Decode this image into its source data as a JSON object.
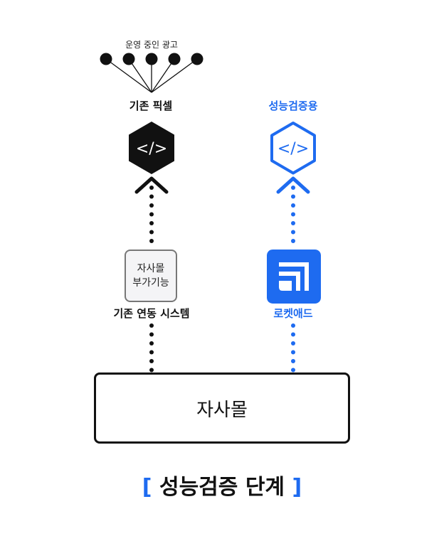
{
  "colors": {
    "accent": "#1E6BF0",
    "dark": "#111111",
    "addon_bg": "#F4F4F6",
    "addon_border": "#777777"
  },
  "left_column": {
    "ad_sources": {
      "label": "운영 중인 광고",
      "count": 5
    },
    "pixel": {
      "label": "기존 픽셀",
      "icon": "code-hexagon-filled-icon",
      "glyph": "</>"
    },
    "arrow_icon": "chevron-up-icon",
    "system": {
      "box_line1": "자사몰",
      "box_line2": "부가기능",
      "label": "기존 연동 시스템"
    }
  },
  "right_column": {
    "pixel": {
      "label": "성능검증용",
      "icon": "code-hexagon-outline-icon",
      "glyph": "</>"
    },
    "arrow_icon": "chevron-up-icon",
    "system": {
      "logo_icon": "rocketad-logo-icon",
      "label": "로켓애드"
    }
  },
  "base": {
    "label": "자사몰"
  },
  "stage": {
    "open_bracket": "[",
    "title": "성능검증 단계",
    "close_bracket": "]"
  }
}
